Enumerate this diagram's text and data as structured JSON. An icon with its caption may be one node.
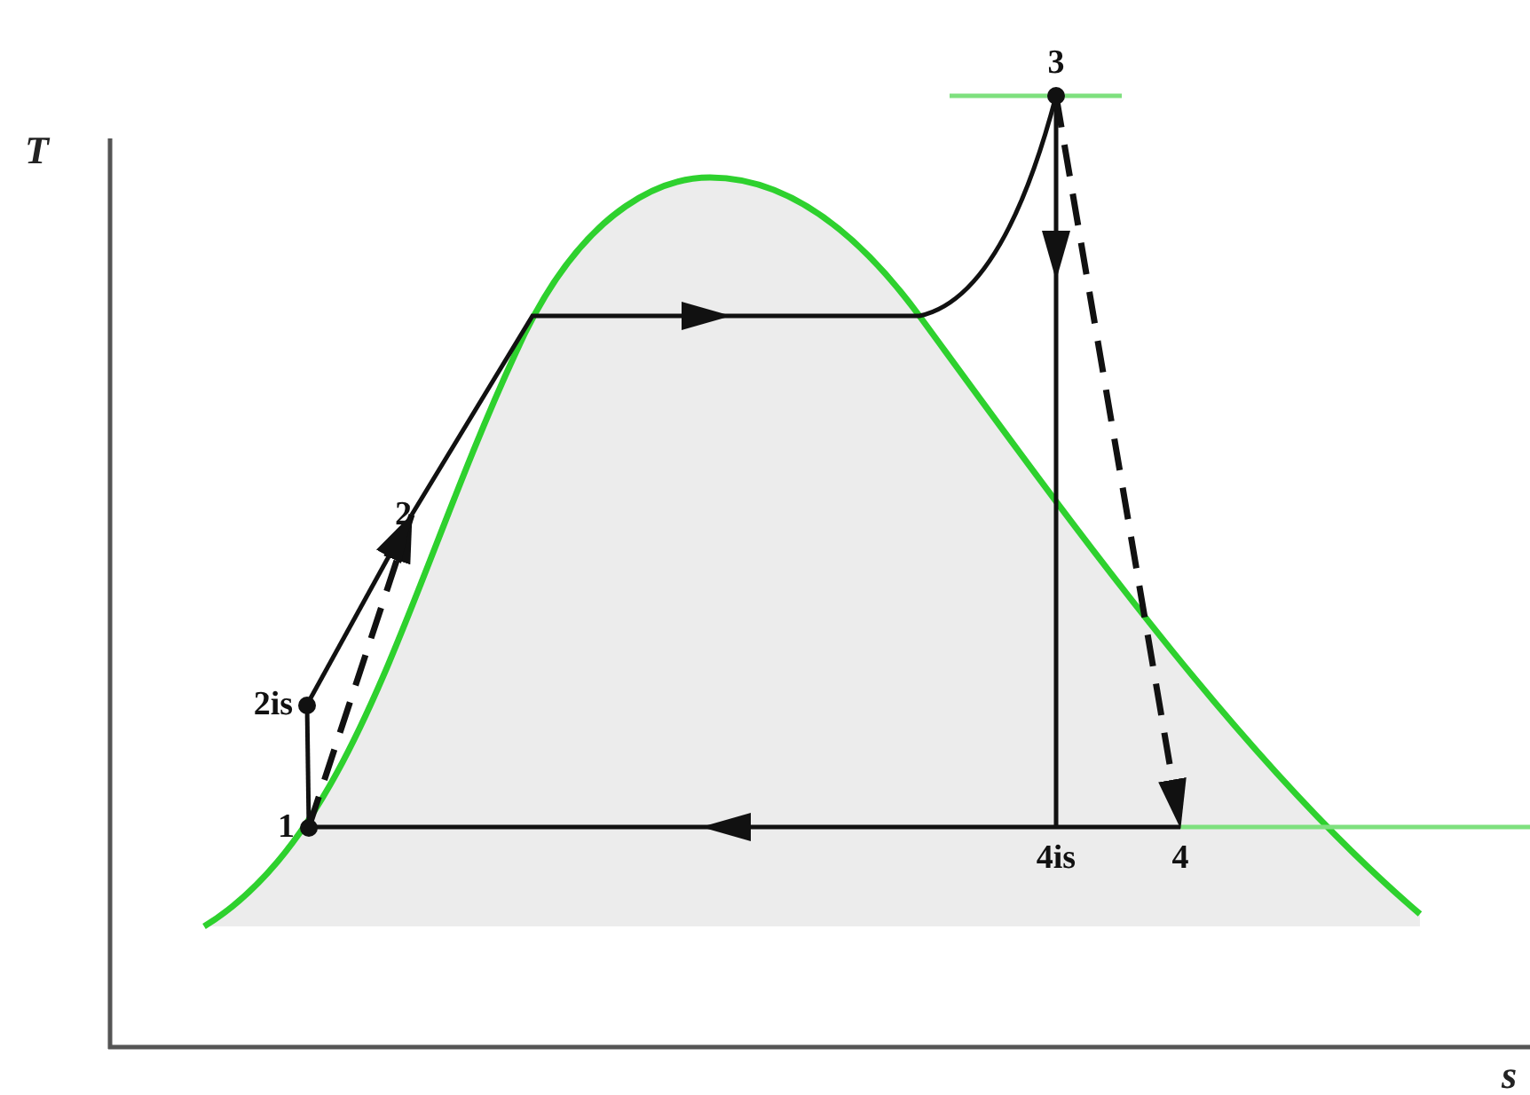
{
  "diagram": {
    "nodes": [
      {
        "text": [
          "1"
        ]
      },
      {
        "text": [
          "2is"
        ]
      },
      {
        "text": [
          "2"
        ]
      },
      {
        "text": [
          "3"
        ]
      },
      {
        "text": [
          "4is"
        ]
      },
      {
        "text": [
          "4"
        ]
      }
    ],
    "edges": [
      {
        "from": 0,
        "to": 1,
        "arrow": "none"
      },
      {
        "from": 0,
        "to": 2,
        "arrow": "to",
        "style": "dashed"
      },
      {
        "from": 1,
        "to": 2,
        "arrow": "to"
      },
      {
        "from": 2,
        "to": 3,
        "arrow": "to"
      },
      {
        "from": 3,
        "to": 4,
        "arrow": "to"
      },
      {
        "from": 3,
        "to": 5,
        "arrow": "to",
        "style": "dashed"
      },
      {
        "from": 4,
        "to": 0,
        "arrow": "to"
      },
      {
        "from": 5,
        "to": 4,
        "arrow": "none"
      }
    ],
    "labels": [
      "T",
      "s"
    ]
  }
}
